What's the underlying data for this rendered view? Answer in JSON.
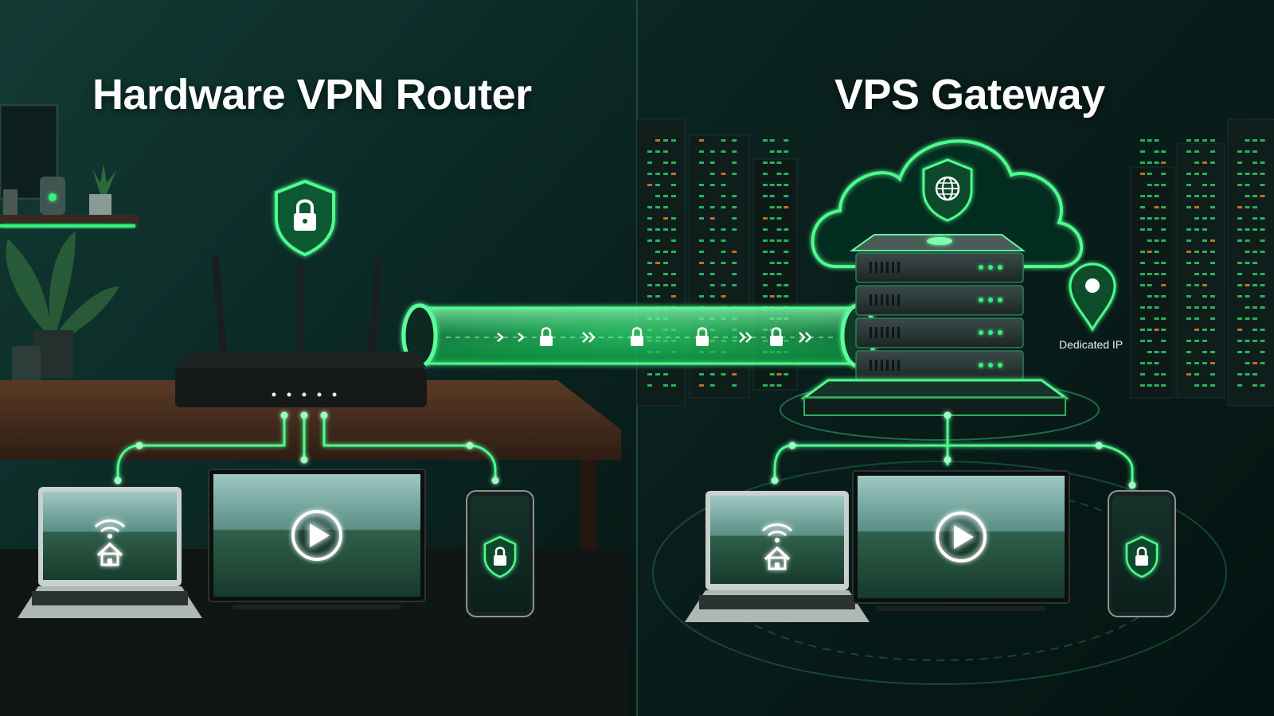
{
  "left_panel": {
    "title": "Hardware VPN Router",
    "device_icons": {
      "security": "padlock-shield-icon",
      "laptop_screen": [
        "wifi-icon",
        "home-icon"
      ],
      "tv_screen": "play-icon",
      "phone_screen": "padlock-shield-icon"
    }
  },
  "right_panel": {
    "title": "VPS Gateway",
    "location_label": "Dedicated IP",
    "device_icons": {
      "security": "globe-shield-icon",
      "location": "map-pin-icon",
      "laptop_screen": [
        "wifi-icon",
        "home-icon"
      ],
      "tv_screen": "play-icon",
      "phone_screen": "padlock-shield-icon"
    }
  },
  "tunnel": {
    "symbols": [
      "chevron",
      "chevron",
      "lock",
      "double-chevron",
      "lock",
      "lock",
      "double-chevron",
      "lock",
      "double-chevron"
    ]
  },
  "colors": {
    "accent": "#38f07a",
    "background_left": "#0b2925",
    "background_right": "#061b18"
  }
}
